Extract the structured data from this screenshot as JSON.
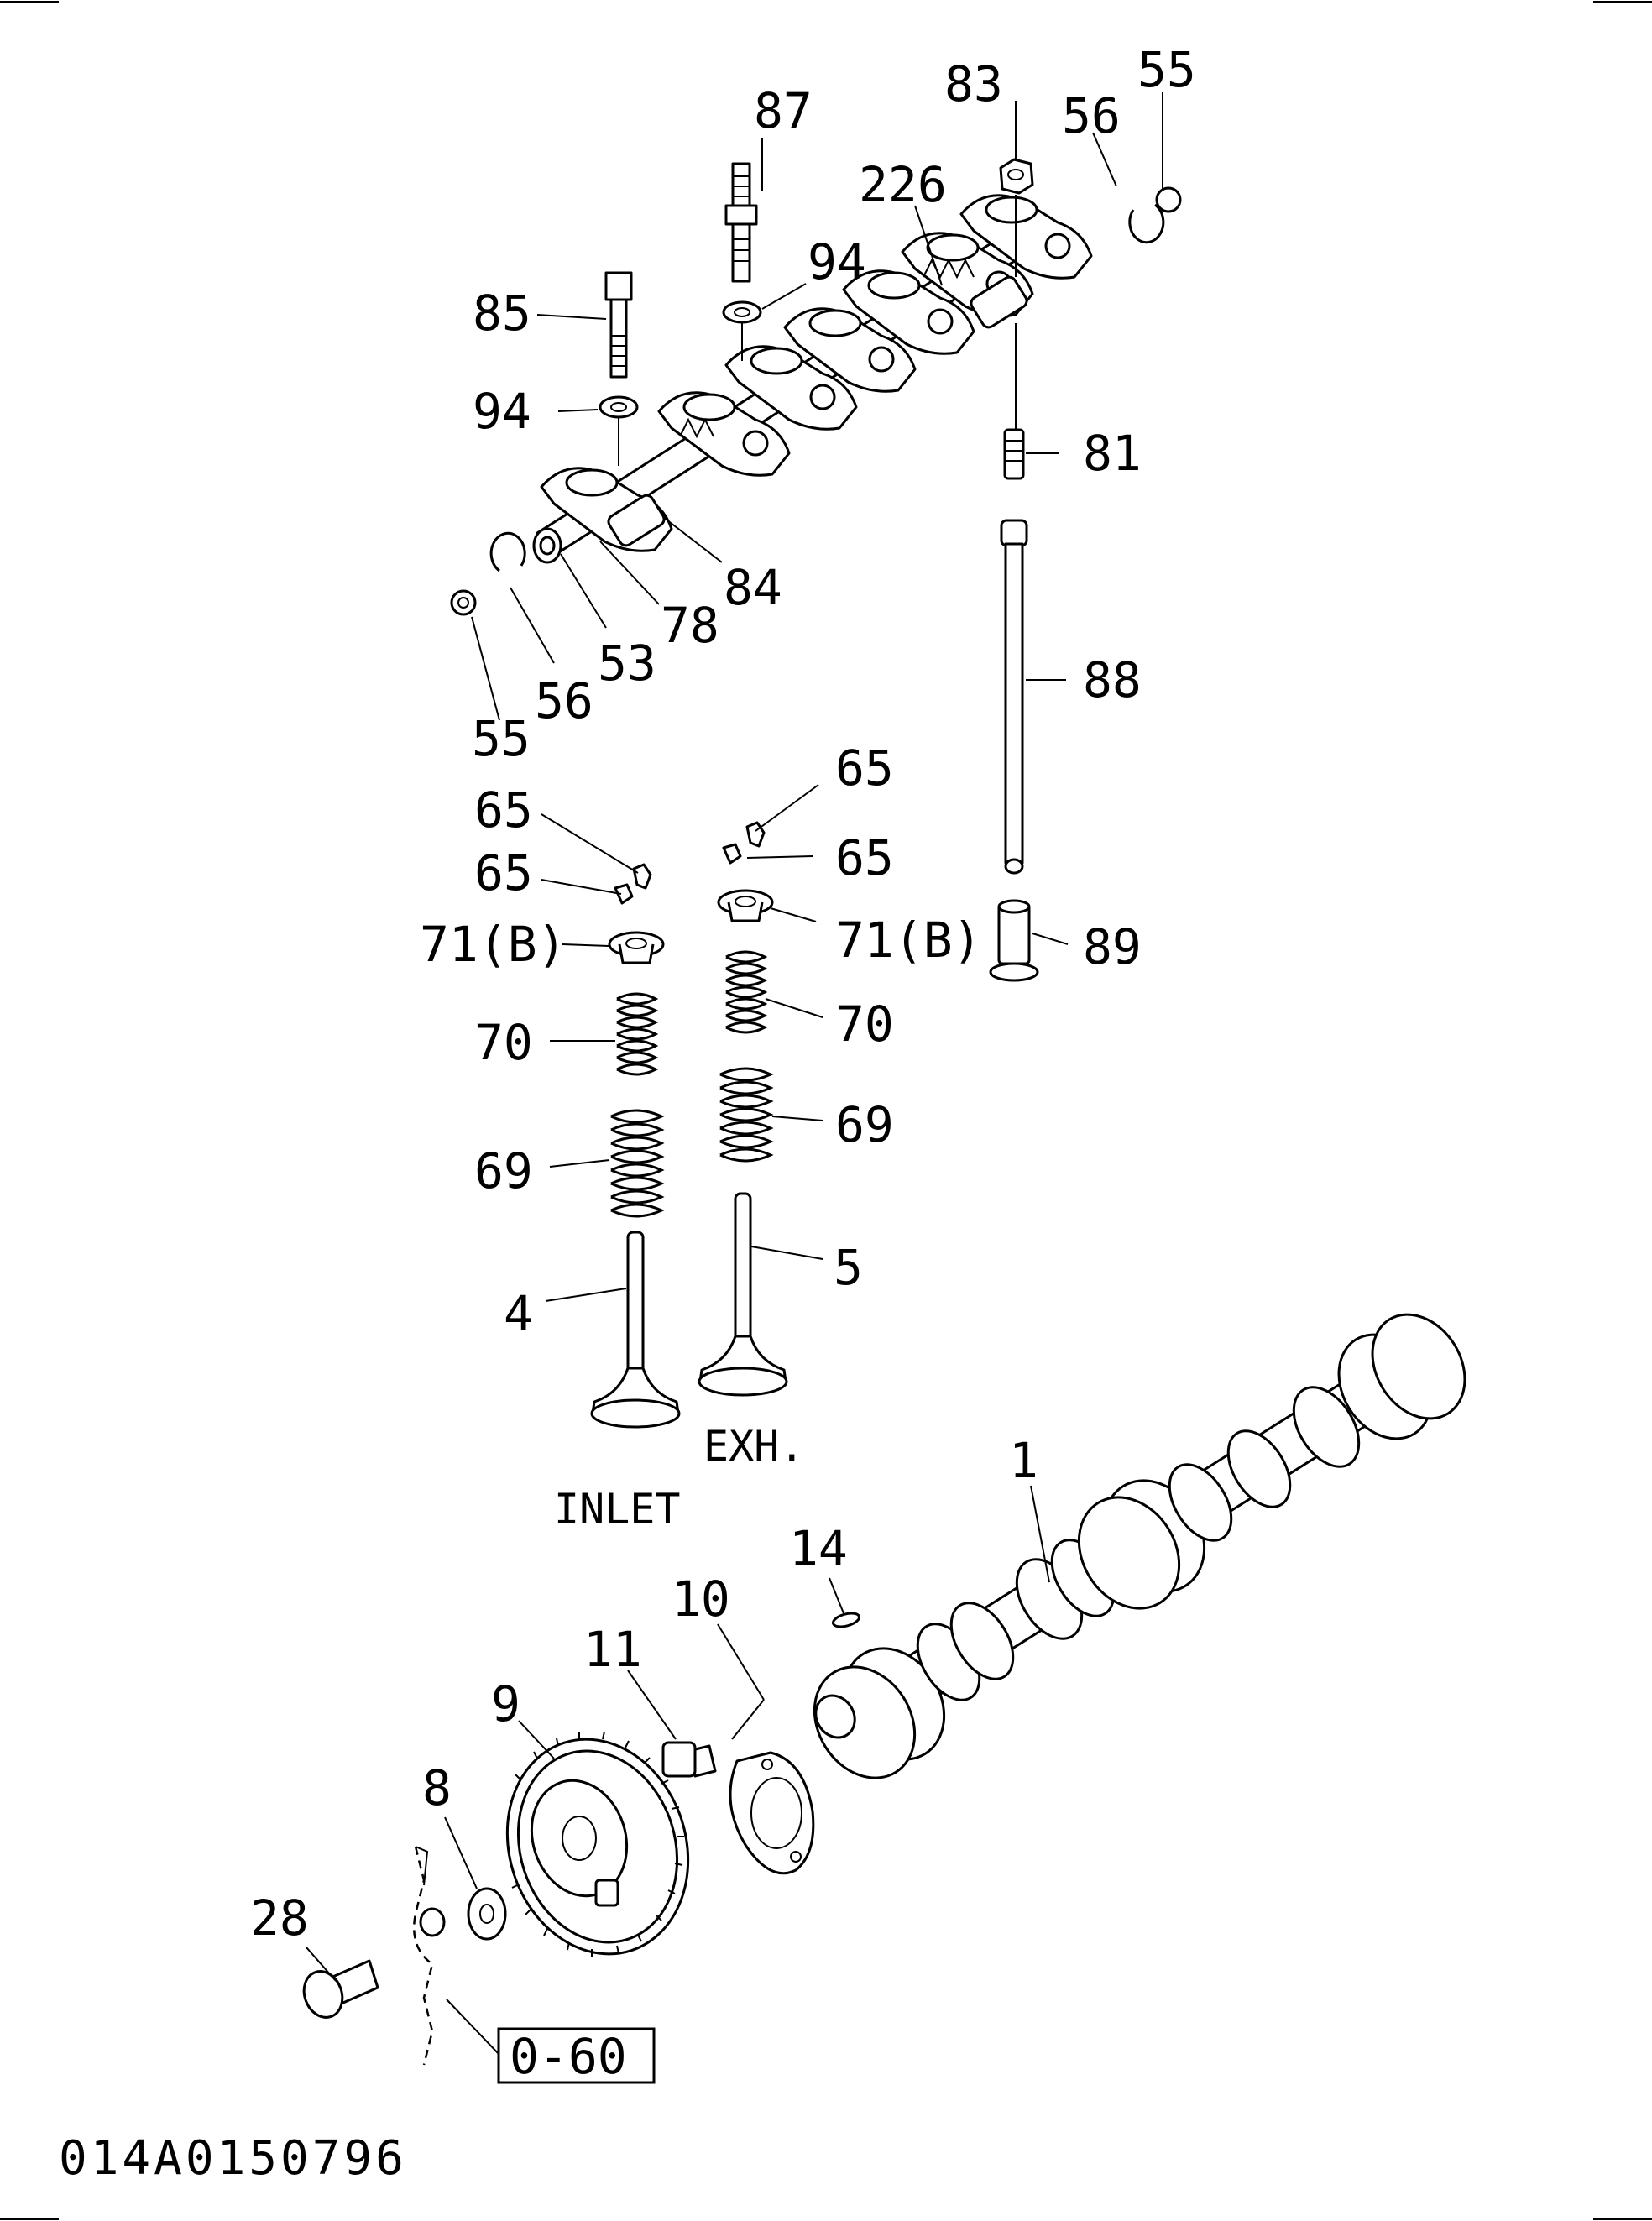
{
  "labels": {
    "p87": "87",
    "p83": "83",
    "p55_top": "55",
    "p56_top": "56",
    "p226": "226",
    "p94_top": "94",
    "p85": "85",
    "p94_left": "94",
    "p81": "81",
    "p84": "84",
    "p78": "78",
    "p53": "53",
    "p56_bottom": "56",
    "p55_bottom": "55",
    "p88": "88",
    "p65_right_top": "65",
    "p65_right": "65",
    "p65_left_top": "65",
    "p65_left": "65",
    "p71b_left": "71(B)",
    "p71b_right": "71(B)",
    "p89": "89",
    "p70_left": "70",
    "p70_right": "70",
    "p69_left": "69",
    "p69_right": "69",
    "p5": "5",
    "p4": "4",
    "p1": "1",
    "p14": "14",
    "p10": "10",
    "p11": "11",
    "p9": "9",
    "p8": "8",
    "p28": "28"
  },
  "captions": {
    "exhaust": "EXH.",
    "inlet": "INLET"
  },
  "reference_box": "0-60",
  "document_id": "014A0150796"
}
